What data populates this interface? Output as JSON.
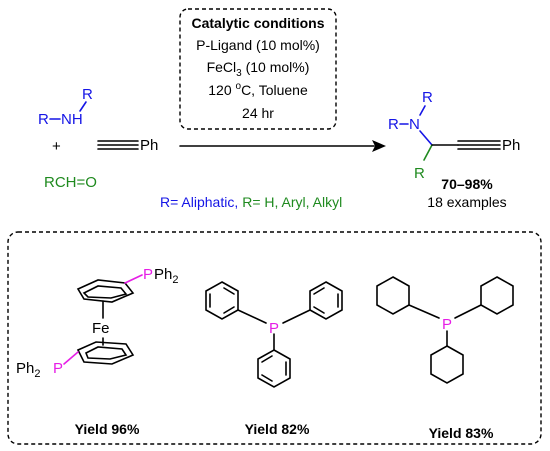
{
  "reagents": {
    "amine_r": "R",
    "amine_r2": "R",
    "amine_nh": "NH",
    "plus": "+",
    "alkyne_ph": "Ph",
    "aldehyde": "RCH=O"
  },
  "conditions": {
    "title": "Catalytic conditions",
    "ligand": "P-Ligand (10 mol%)",
    "metal_pre": "FeCl",
    "metal_sub": "3",
    "metal_post": " (10 mol%)",
    "temp_pre": "120 ",
    "temp_sup": "o",
    "temp_post": "C, Toluene",
    "time": "24 hr"
  },
  "product": {
    "n_label": "N",
    "r_top": "R",
    "r_left": "R",
    "r_bottom": "R",
    "ph": "Ph",
    "yield_range": "70–98%",
    "examples": "18 examples"
  },
  "scope": {
    "amine_r": "R= Aliphatic,",
    "aldehyde_r": "R= H, Aryl, Alkyl"
  },
  "ligands": [
    {
      "fe": "Fe",
      "p_top": "P",
      "ph2_top": "Ph",
      "ph2_top_sub": "2",
      "ph2_bottom": "Ph",
      "ph2_bottom_sub": "2",
      "p_bottom": "P",
      "yield": "Yield 96%"
    },
    {
      "p": "P",
      "yield": "Yield 82%"
    },
    {
      "p": "P",
      "yield": "Yield 83%"
    }
  ],
  "colors": {
    "amine": "#1515e6",
    "aldehyde": "#1f8a1f",
    "phosphorus": "#e61ee6"
  }
}
